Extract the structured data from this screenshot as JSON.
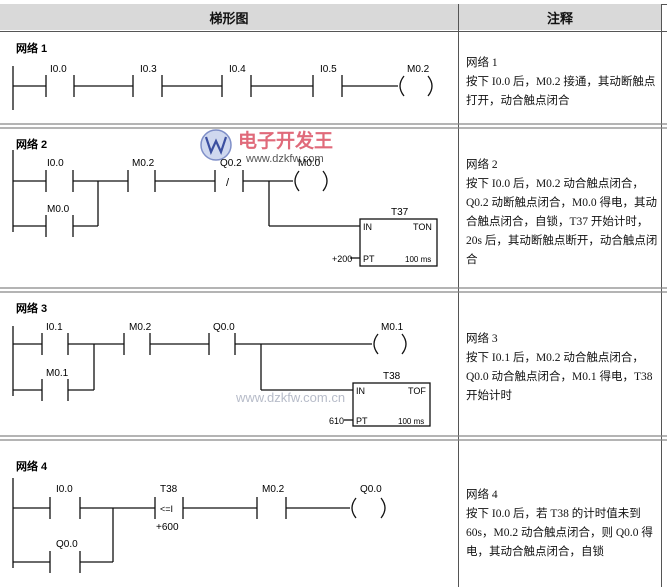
{
  "table": {
    "col_ladder_header": "梯形图",
    "col_notes_header": "注释"
  },
  "networks": [
    {
      "title": "网络 1",
      "labels": {
        "c1": "I0.0",
        "c2": "I0.3",
        "c3": "I0.4",
        "c4": "I0.5",
        "coil": "M0.2"
      },
      "note_title": "网络 1",
      "note_body": "按下 I0.0 后，M0.2 接通，其动断触点打开，动合触点闭合"
    },
    {
      "title": "网络 2",
      "labels": {
        "c1": "I0.0",
        "c1b": "M0.0",
        "c2": "M0.2",
        "c3": "Q0.2",
        "c3_sym": "/",
        "coil": "M0.0",
        "timer_name": "T37",
        "timer_in": "IN",
        "timer_type": "TON",
        "timer_pt_val": "+200",
        "timer_pt": "PT",
        "timer_base": "100 ms"
      },
      "note_title": "网络 2",
      "note_body": "按下 I0.0 后，M0.2 动合触点闭合，Q0.2 动断触点闭合，M0.0 得电，其动合触点闭合，自锁，T37 开始计时，20s 后，其动断触点断开，动合触点闭合"
    },
    {
      "title": "网络 3",
      "labels": {
        "c1": "I0.1",
        "c1b": "M0.1",
        "c2": "M0.2",
        "c3": "Q0.0",
        "coil": "M0.1",
        "timer_name": "T38",
        "timer_in": "IN",
        "timer_type": "TOF",
        "timer_pt_val": "610",
        "timer_pt": "PT",
        "timer_base": "100 ms"
      },
      "note_title": "网络 3",
      "note_body": "按下 I0.1 后，M0.2 动合触点闭合，Q0.0 动合触点闭合，M0.1 得电，T38 开始计时"
    },
    {
      "title": "网络 4",
      "labels": {
        "c1": "I0.0",
        "c1b": "Q0.0",
        "cmp_name": "T38",
        "cmp_op": "<=I",
        "cmp_val": "+600",
        "c3": "M0.2",
        "coil": "Q0.0"
      },
      "note_title": "网络 4",
      "note_body": "按下 I0.0 后，若 T38 的计时值未到 60s，M0.2 动合触点闭合，则 Q0.0 得电，其动合触点闭合，自锁"
    }
  ],
  "watermark": {
    "brand": "电子开发王",
    "url_top": "www.dzkfw.com",
    "url_mid": "www.dzkfw.com.cn"
  }
}
